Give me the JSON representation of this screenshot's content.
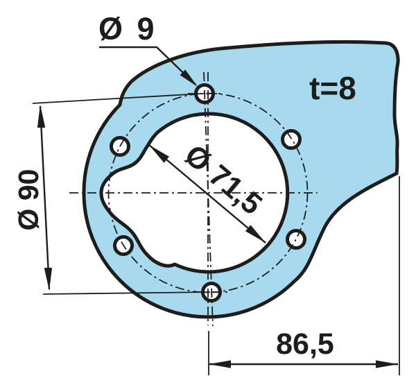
{
  "drawing": {
    "kind": "technical-drawing",
    "part": "flange-plate",
    "annotations": {
      "bolt_hole_diameter_label": "Ø 9",
      "bolt_circle_diameter_label": "Ø 90",
      "center_bore_diameter_label": "Ø 71,5",
      "thickness_label": "t=8",
      "edge_distance_label": "86,5"
    },
    "dimensions": {
      "bolt_hole_diameter": 9,
      "bolt_circle_diameter": 90,
      "center_bore_diameter": 71.5,
      "plate_thickness": 8,
      "center_to_right_edge": 86.5,
      "bolt_hole_count": 6
    },
    "colors": {
      "part-fill": "#a7daee",
      "line": "#1d1d1b",
      "background": "#ffffff"
    }
  }
}
